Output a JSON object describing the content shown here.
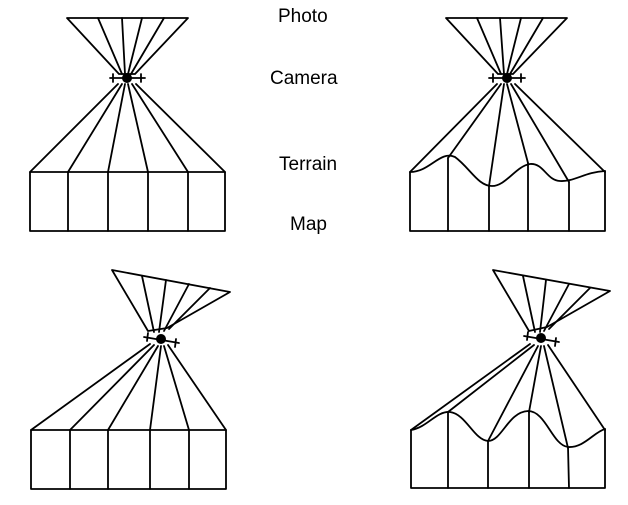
{
  "labels": {
    "photo": "Photo",
    "camera": "Camera",
    "terrain": "Terrain",
    "map": "Map"
  },
  "colors": {
    "line": "#000000",
    "background": "#ffffff"
  }
}
